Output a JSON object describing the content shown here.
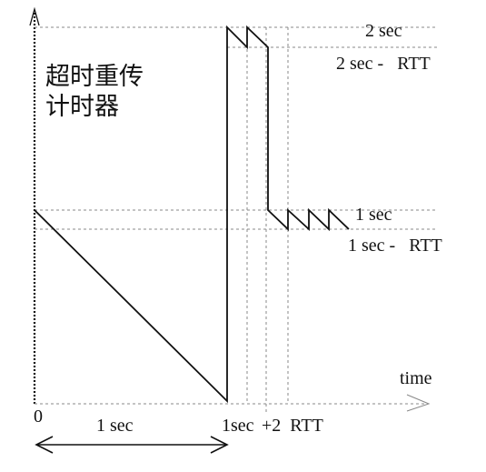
{
  "diagram": {
    "ylabel_lines": [
      "超时重传",
      "计时器"
    ],
    "levels": {
      "two_sec": "2 sec",
      "two_sec_minus_rtt": "2 sec -   RTT",
      "one_sec": "1 sec",
      "one_sec_minus_rtt": "1 sec -   RTT"
    },
    "xaxis": {
      "label": "time",
      "origin": "0",
      "one_sec": "1 sec",
      "one_sec_mark": "1sec",
      "plus_two_rtt": "+2  RTT"
    },
    "colors": {
      "ink": "#111111",
      "guide": "#8a8a8a"
    }
  }
}
